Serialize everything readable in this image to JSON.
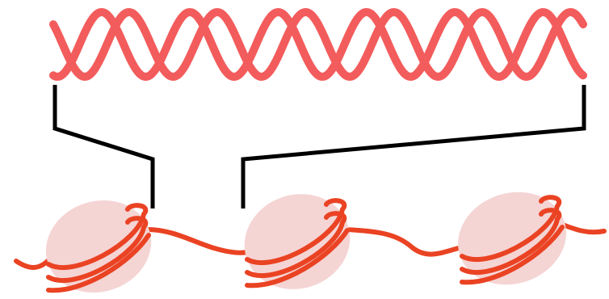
{
  "diagram": {
    "colors": {
      "helix": "#f35c5c",
      "histone_fill": "#f5d4d4",
      "fiber": "#ea4323",
      "bracket": "#000000",
      "background": "#ffffff"
    },
    "helix": {
      "strands": 2,
      "turns": 6
    },
    "nucleosomes": [
      {
        "label": "",
        "wraps": 2
      },
      {
        "label": "",
        "wraps": 2
      },
      {
        "label": "",
        "wraps": 2
      }
    ],
    "bracket": {
      "style": "zoom-lines",
      "icon": "magnify-bracket"
    }
  }
}
